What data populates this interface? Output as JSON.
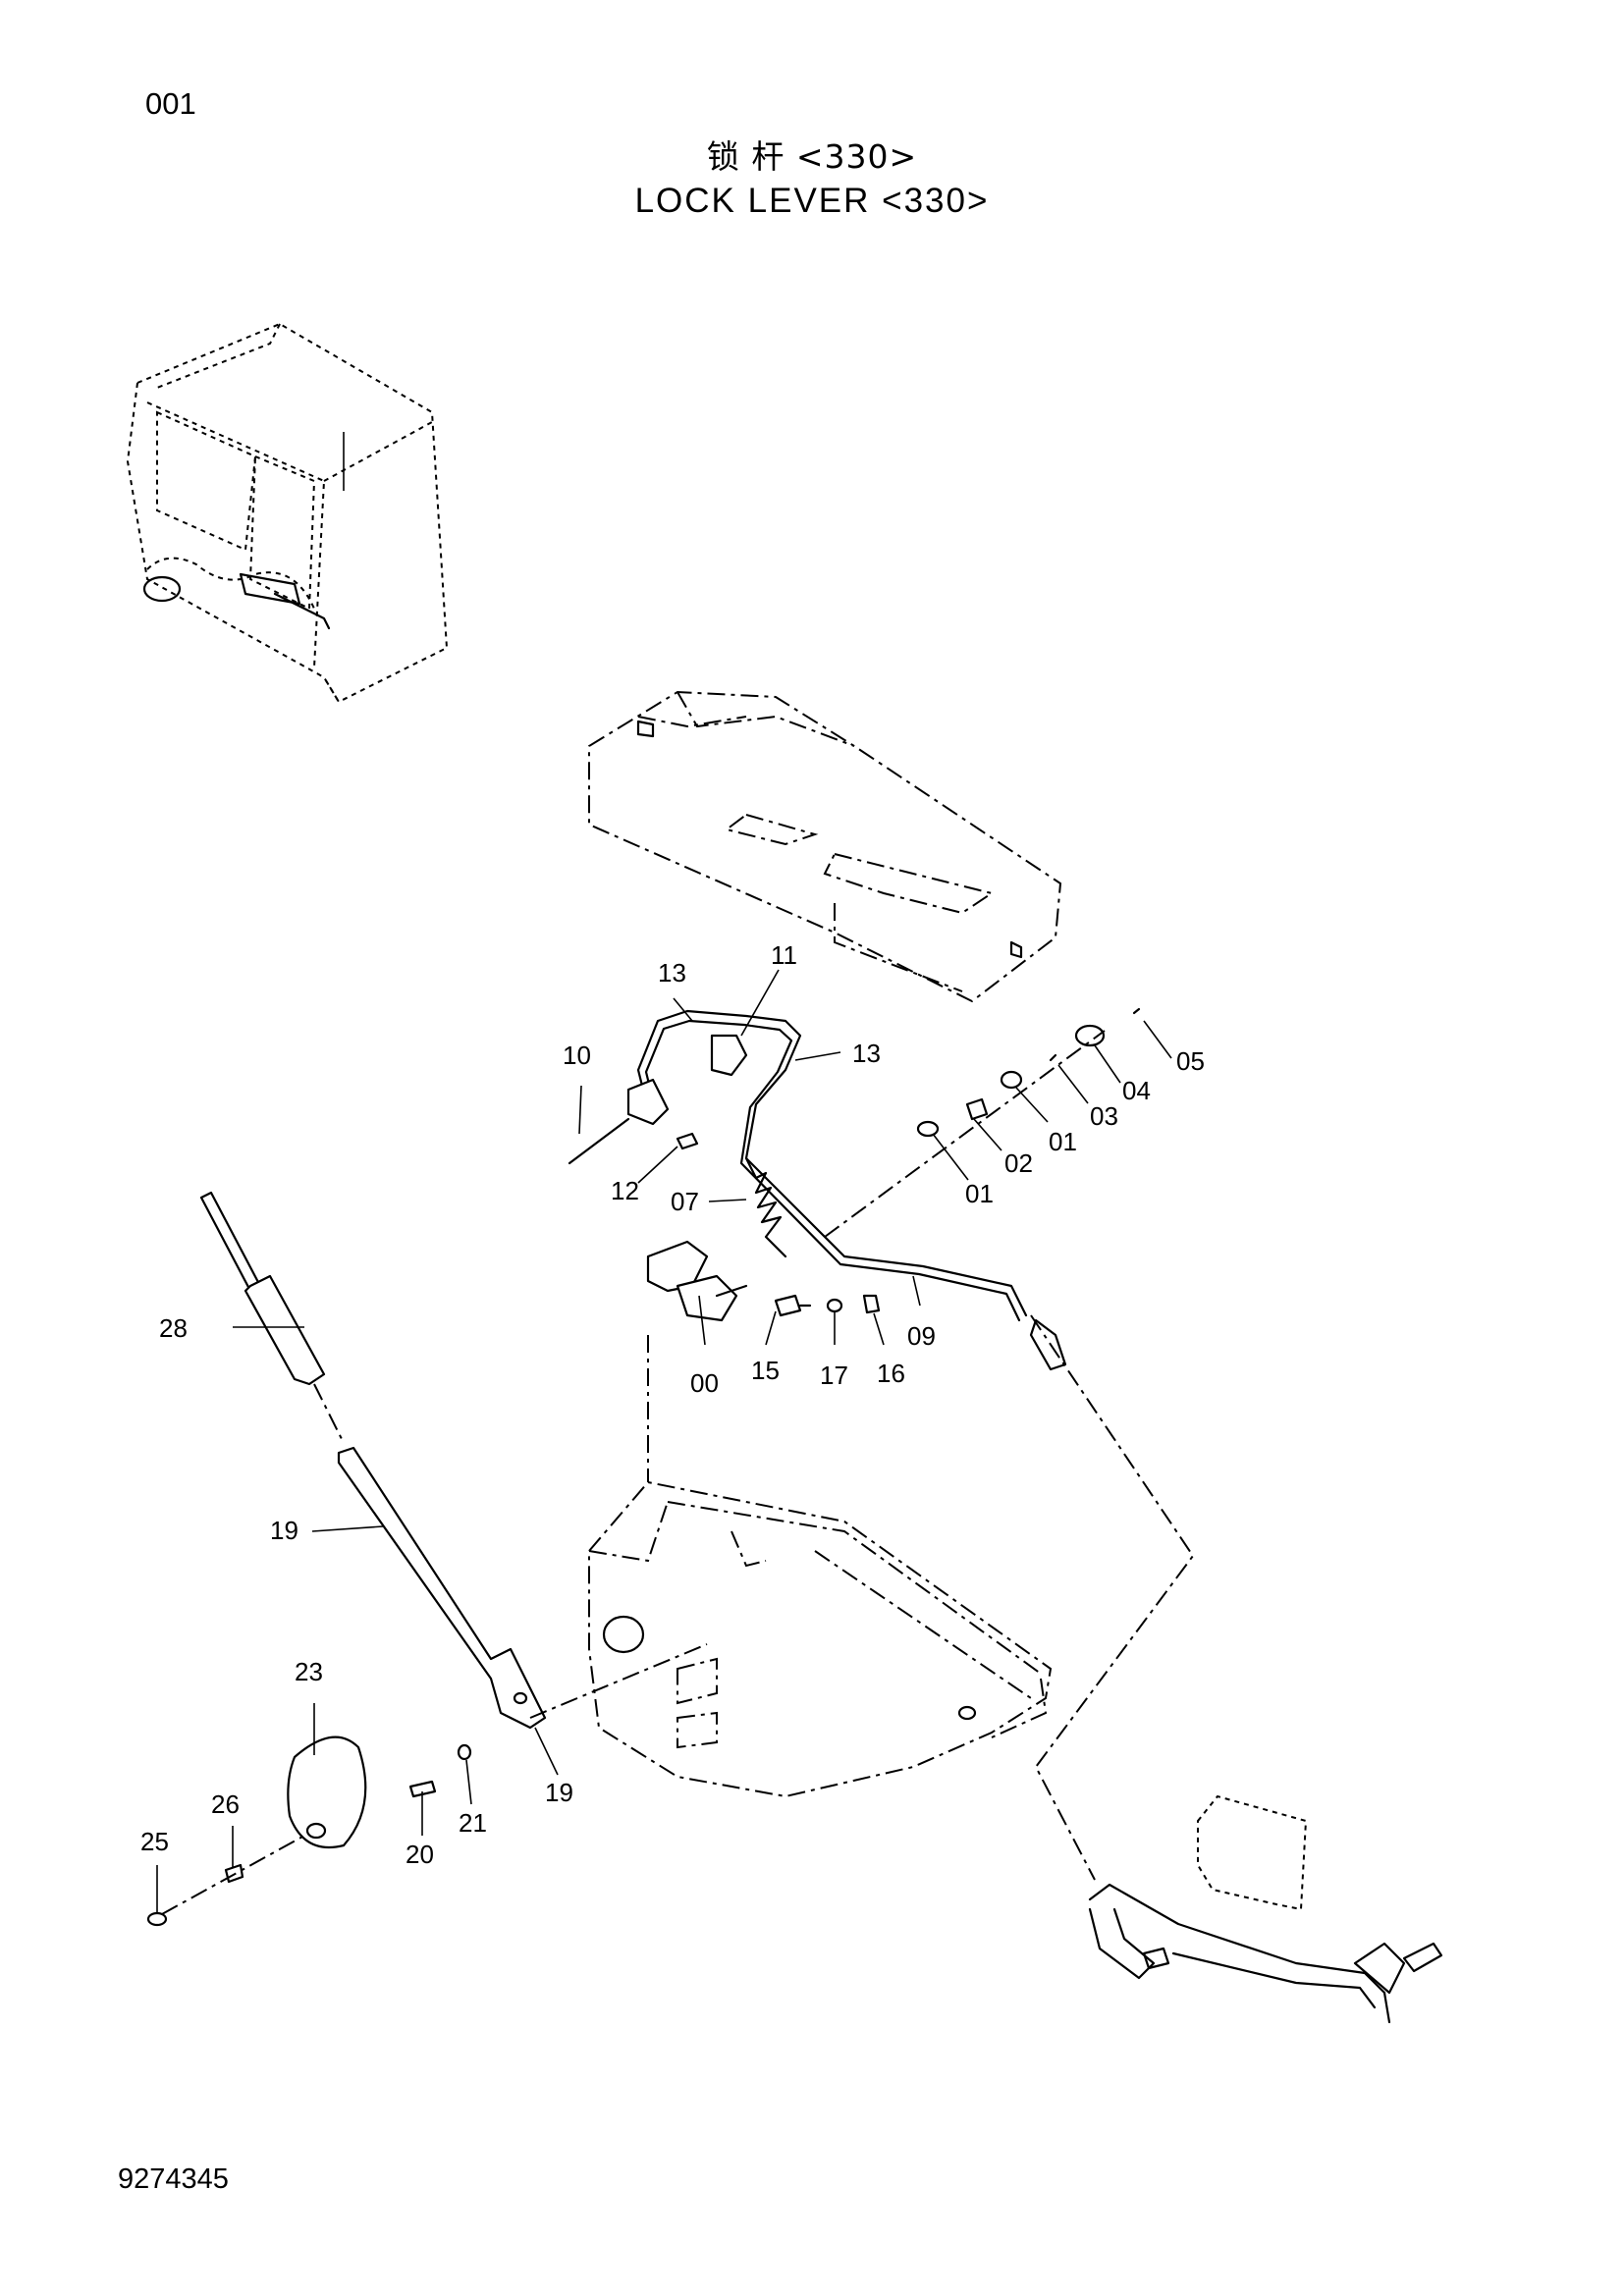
{
  "header": {
    "page_number": "001",
    "title_cn": "锁 杆 <330>",
    "title_en": "LOCK LEVER <330>"
  },
  "footer": {
    "document_number": "9274345"
  },
  "diagram": {
    "callouts": [
      "13",
      "11",
      "13",
      "10",
      "12",
      "07",
      "05",
      "04",
      "03",
      "01",
      "02",
      "01",
      "09",
      "00",
      "15",
      "17",
      "16",
      "28",
      "19",
      "23",
      "19",
      "26",
      "25",
      "20",
      "21"
    ]
  }
}
